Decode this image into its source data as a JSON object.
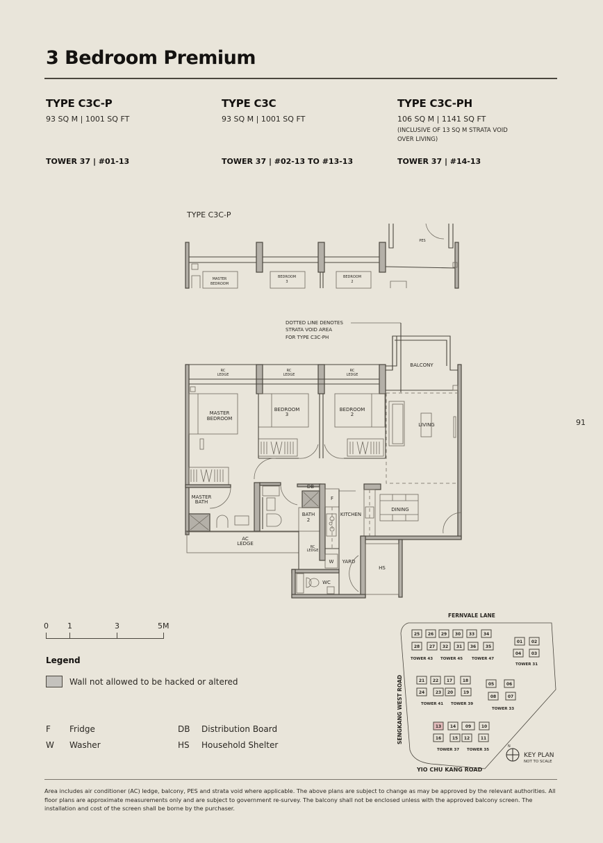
{
  "page": {
    "title": "3 Bedroom Premium",
    "page_number": "91"
  },
  "types": [
    {
      "name": "TYPE C3C-P",
      "area": "93 SQ M | 1001 SQ FT",
      "note": "",
      "tower": "TOWER 37 | #01-13"
    },
    {
      "name": "TYPE C3C",
      "area": "93 SQ M | 1001 SQ FT",
      "note": "",
      "tower": "TOWER 37 | #02-13 TO #13-13"
    },
    {
      "name": "TYPE C3C-PH",
      "area": "106 SQ M | 1141 SQ FT",
      "note": "(INCLUSIVE OF 13 SQ M STRATA VOID OVER LIVING)",
      "tower": "TOWER 37 | #14-13"
    }
  ],
  "inset_plan": {
    "label": "TYPE C3C-P",
    "rooms": [
      "MASTER BEDROOM",
      "BEDROOM 3",
      "BEDROOM 2",
      "PES"
    ]
  },
  "floor_plan": {
    "annotation": [
      "DOTTED LINE DENOTES",
      "STRATA VOID AREA",
      "FOR TYPE C3C-PH"
    ],
    "rooms": {
      "master_bedroom": [
        "MASTER",
        "BEDROOM"
      ],
      "bedroom3": [
        "BEDROOM",
        "3"
      ],
      "bedroom2": [
        "BEDROOM",
        "2"
      ],
      "balcony": "BALCONY",
      "living": "LIVING",
      "master_bath": [
        "MASTER",
        "BATH"
      ],
      "bath2": [
        "BATH",
        "2"
      ],
      "kitchen": "KITCHEN",
      "dining": "DINING",
      "ac_ledge": [
        "AC",
        "LEDGE"
      ],
      "rc_ledge": [
        "RC",
        "LEDGE"
      ],
      "yard": "YARD",
      "wc": "WC",
      "hs": "HS",
      "db": "DB",
      "f": "F",
      "w": "W"
    }
  },
  "scale_bar": {
    "ticks": [
      "0",
      "1",
      "3",
      "5M"
    ]
  },
  "legend": {
    "title": "Legend",
    "swatch_label": "Wall not allowed to be hacked or altered",
    "swatch_color": "#c4c2bd",
    "abbreviations": [
      {
        "code": "F",
        "label": "Fridge"
      },
      {
        "code": "W",
        "label": "Washer"
      },
      {
        "code": "DB",
        "label": "Distribution Board"
      },
      {
        "code": "HS",
        "label": "Household Shelter"
      }
    ]
  },
  "key_plan": {
    "title": "KEY PLAN",
    "subtitle": "NOT TO SCALE",
    "north": "N",
    "roads": {
      "top": "FERNVALE LANE",
      "left": "SENGKANG WEST ROAD",
      "bottom": "YIO CHU KANG ROAD"
    },
    "highlight_color": "#e4bcbc",
    "highlighted_unit": "13",
    "towers": [
      {
        "name": "TOWER 43",
        "units": [
          "25",
          "26",
          "28",
          "27"
        ]
      },
      {
        "name": "TOWER 45",
        "units": [
          "29",
          "30",
          "32",
          "31"
        ]
      },
      {
        "name": "TOWER 47",
        "units": [
          "33",
          "34",
          "36",
          "35"
        ]
      },
      {
        "name": "TOWER 31",
        "units": [
          "01",
          "02",
          "04",
          "03"
        ]
      },
      {
        "name": "TOWER 41",
        "units": [
          "21",
          "22",
          "24",
          "23"
        ]
      },
      {
        "name": "TOWER 39",
        "units": [
          "17",
          "18",
          "20",
          "19"
        ]
      },
      {
        "name": "TOWER 33",
        "units": [
          "05",
          "06",
          "08",
          "07"
        ]
      },
      {
        "name": "TOWER 37",
        "units": [
          "13",
          "14",
          "16",
          "15"
        ]
      },
      {
        "name": "TOWER 35",
        "units": [
          "09",
          "10",
          "12",
          "11"
        ]
      }
    ]
  },
  "disclaimer": "Area includes air conditioner (AC) ledge, balcony, PES and strata void where applicable. The above plans are subject to change as may be approved by the relevant authorities. All floor plans are approximate measurements only and are subject to government re-survey. The balcony shall not be enclosed unless with the approved balcony screen. The installation and cost of the screen shall be borne by the purchaser."
}
